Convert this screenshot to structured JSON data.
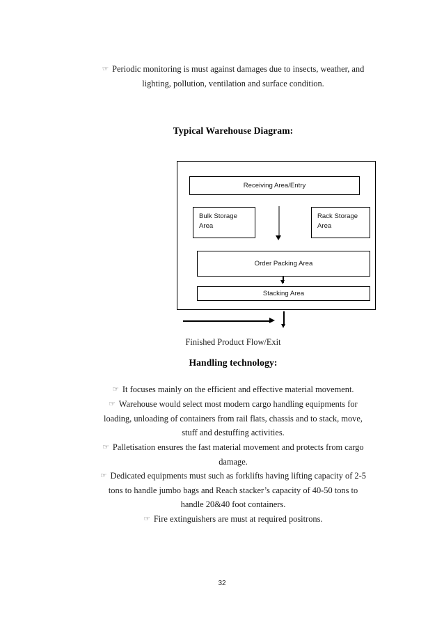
{
  "document": {
    "page_number": "32",
    "bullet_glyph": "☞"
  },
  "intro_paragraph": {
    "line1": "Periodic monitoring is must against damages due to insects, weather, and",
    "line2": "lighting, pollution, ventilation and surface condition."
  },
  "diagram": {
    "heading": "Typical Warehouse Diagram:",
    "caption": "Finished Product Flow/Exit",
    "boxes": [
      {
        "id": "receiving",
        "label": "Receiving Area/Entry"
      },
      {
        "id": "bulk",
        "label_line1": "Bulk Storage",
        "label_line2": "Area"
      },
      {
        "id": "rack",
        "label_line1": "Rack Storage",
        "label_line2": "Area"
      },
      {
        "id": "order",
        "label": "Order Packing Area"
      },
      {
        "id": "stacking",
        "label": "Stacking Area"
      }
    ],
    "colors": {
      "box_border": "#000000",
      "main_arrow_shaft": "#7f7f7f",
      "arrow_head": "#000000"
    }
  },
  "handling": {
    "heading": "Handling technology:",
    "bullets": [
      {
        "lines": [
          "It focuses mainly on the efficient and effective material movement."
        ]
      },
      {
        "lines": [
          "Warehouse would select most modern cargo handling equipments for",
          "loading, unloading of containers from rail flats, chassis and to stack, move,",
          "stuff and destuffing activities."
        ]
      },
      {
        "lines": [
          "Palletisation ensures the fast material movement and protects from cargo",
          "damage."
        ]
      },
      {
        "lines": [
          "Dedicated equipments must such as forklifts having lifting capacity of 2-5",
          "tons to handle jumbo bags and Reach stacker’s capacity of 40-50 tons to",
          "handle 20&40 foot containers."
        ]
      },
      {
        "lines": [
          "Fire extinguishers are must at required positrons."
        ]
      }
    ]
  }
}
